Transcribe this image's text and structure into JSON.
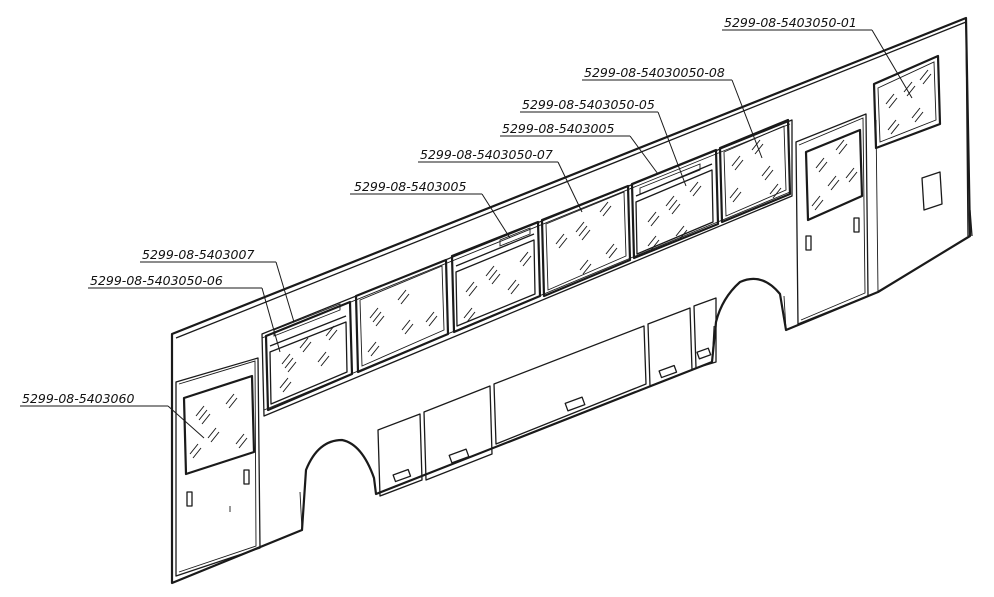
{
  "callouts": [
    {
      "id": "c1",
      "text": "5299-08-5403050-01"
    },
    {
      "id": "c2",
      "text": "5299-08-54030050-08"
    },
    {
      "id": "c3",
      "text": "5299-08-5403050-05"
    },
    {
      "id": "c4",
      "text": "5299-08-5403005"
    },
    {
      "id": "c5",
      "text": "5299-08-5403050-07"
    },
    {
      "id": "c6",
      "text": "5299-08-5403005"
    },
    {
      "id": "c7",
      "text": "5299-08-5403007"
    },
    {
      "id": "c8",
      "text": "5299-08-5403050-06"
    },
    {
      "id": "c9",
      "text": "5299-08-5403060"
    }
  ]
}
